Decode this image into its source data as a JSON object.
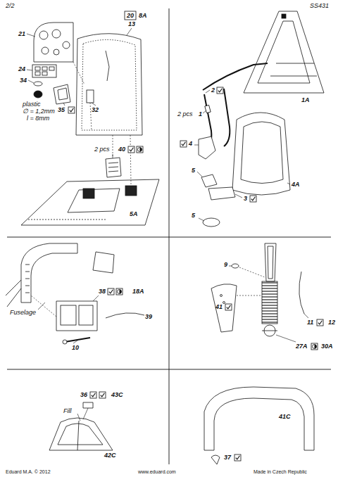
{
  "diagram": {
    "labels": [
      "2/2",
      "SS431",
      "20",
      "8A",
      "13",
      "21",
      "24",
      "34",
      "plastic",
      "∅ = 1,2mm",
      "l = 8mm",
      "35",
      "32",
      "2 pcs",
      "40",
      "5A",
      "1A",
      "2",
      "2 pcs",
      "1",
      "4",
      "4A",
      "5",
      "3",
      "5",
      "Fuselage",
      "38",
      "18A",
      "39",
      "10",
      "9",
      "41",
      "11",
      "12",
      "27A",
      "30A",
      "36",
      "43C",
      "Fill",
      "42C",
      "41C",
      "37",
      "Eduard M.A. © 2012",
      "www.eduard.com",
      "Made in Czech Republic"
    ]
  }
}
